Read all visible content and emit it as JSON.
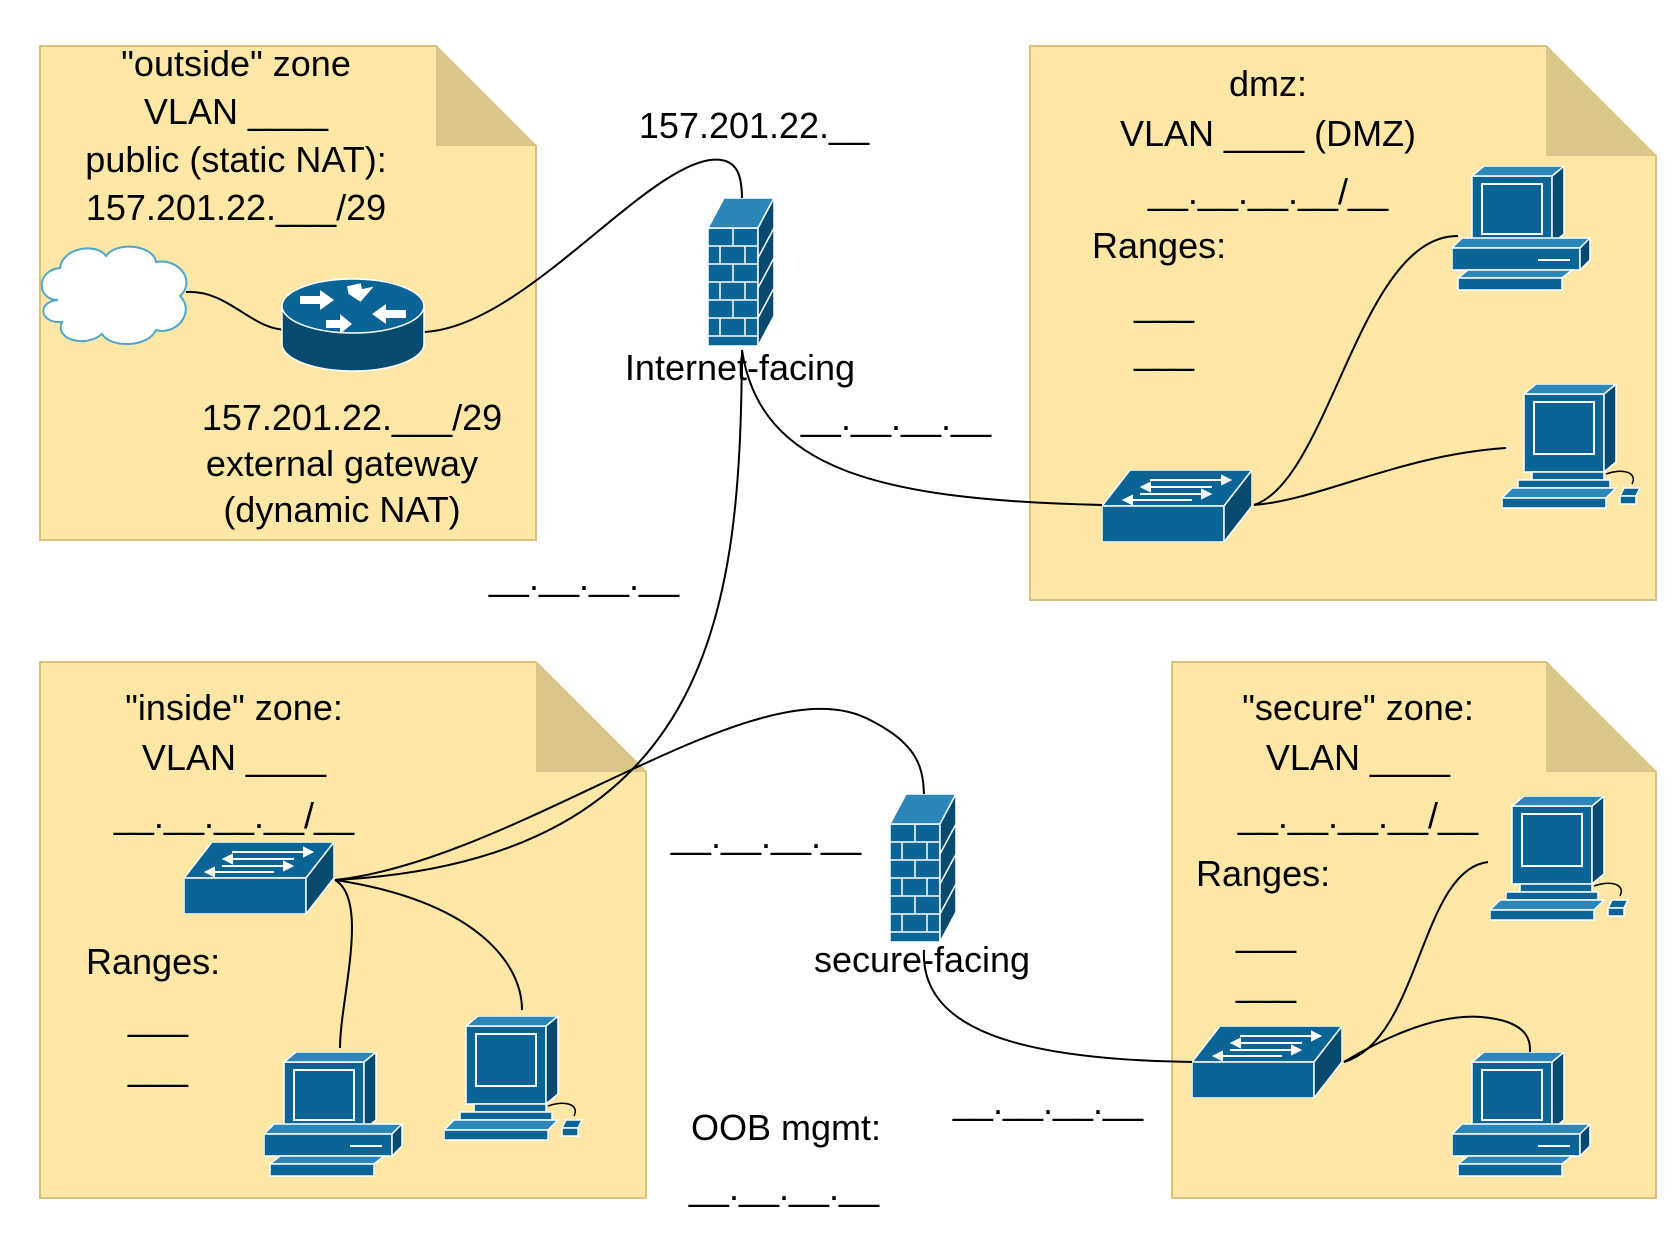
{
  "colors": {
    "note_fill": "#fce7a6",
    "note_border": "#d8c27a",
    "note_fold": "#d8c68a",
    "device_blue": "#0a6496",
    "device_dark": "#074a70",
    "line": "#000000"
  },
  "outside_zone": {
    "line1": "\"outside\" zone",
    "line2": "VLAN ____",
    "line3": "public (static NAT):",
    "line4": "157.201.22.___/29",
    "gateway_line1": "157.201.22.___/29",
    "gateway_line2": "external gateway",
    "gateway_line3": "(dynamic NAT)"
  },
  "dmz_zone": {
    "line1": "dmz:",
    "line2": "VLAN ____ (DMZ)",
    "line3": "__.__.__.__/__",
    "ranges_label": "Ranges:",
    "range1": "___",
    "range2": "___"
  },
  "inside_zone": {
    "line1": "\"inside\" zone:",
    "line2": "VLAN ____",
    "line3": "__.__.__.__/__",
    "ranges_label": "Ranges:",
    "range1": "___",
    "range2": "___"
  },
  "secure_zone": {
    "line1": "\"secure\" zone:",
    "line2": "VLAN ____",
    "line3": "__.__.__.__/__",
    "ranges_label": "Ranges:",
    "range1": "___",
    "range2": "___"
  },
  "internet_firewall": {
    "label": "Internet-facing",
    "outside_ip": "157.201.22.__",
    "dmz_link_ip": "__.__.__.__",
    "inside_link_ip": "__.__.__.__"
  },
  "secure_firewall": {
    "label": "secure-facing",
    "inside_link_ip": "__.__.__.__",
    "secure_link_ip": "__.__.__.__"
  },
  "oob": {
    "label": "OOB mgmt:",
    "ip": "__.__.__.__"
  },
  "icons": [
    "cloud-icon",
    "router-icon",
    "firewall-icon",
    "switch-icon",
    "workstation-icon"
  ]
}
